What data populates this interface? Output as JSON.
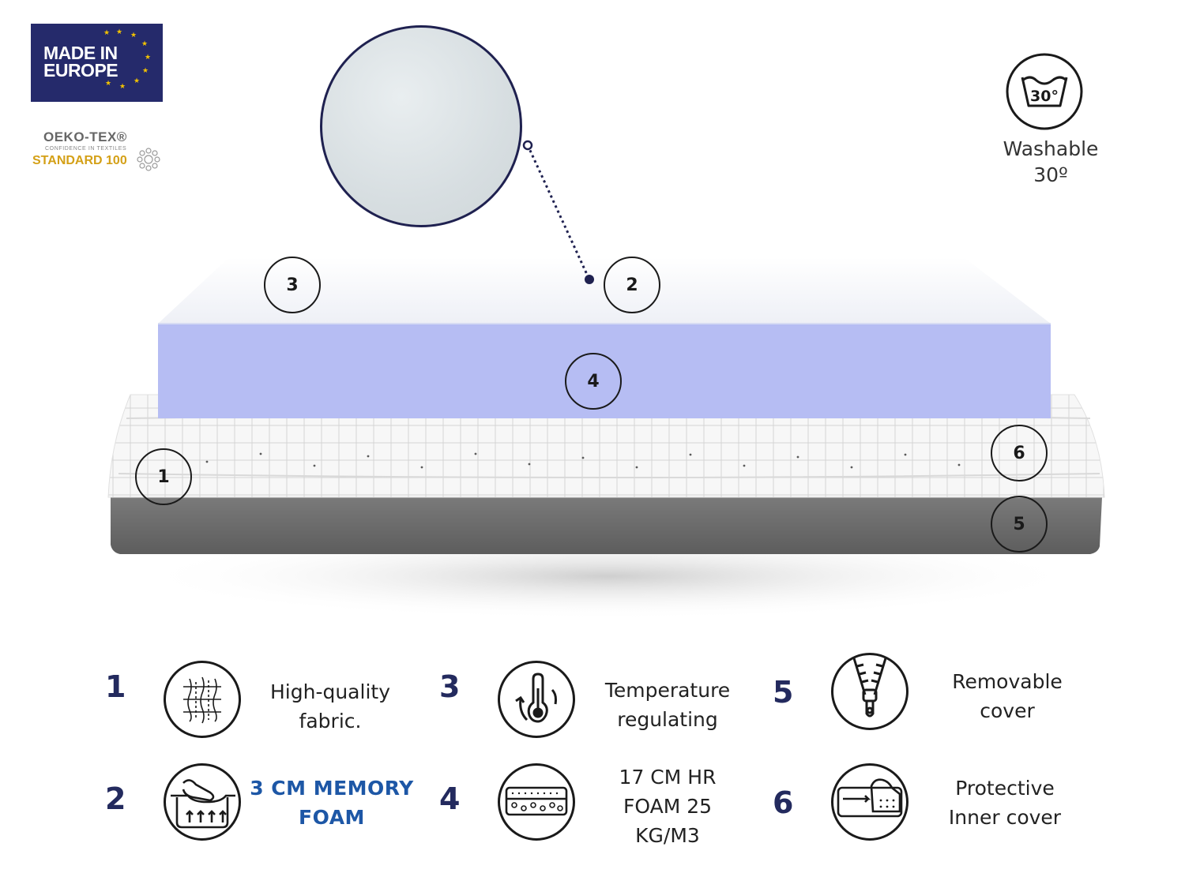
{
  "badges": {
    "made_in_line1": "MADE IN",
    "made_in_line2": "EUROPE",
    "oeko_title": "OEKO-TEX®",
    "oeko_sub": "CONFIDENCE IN TEXTILES",
    "oeko_standard": "STANDARD 100"
  },
  "washable": {
    "icon_temp": "30°",
    "label_line1": "Washable",
    "label_line2": "30º"
  },
  "diagram_markers": [
    "1",
    "2",
    "3",
    "4",
    "5",
    "6"
  ],
  "legend": [
    {
      "num": "1",
      "icon": "fabric-weave-icon",
      "lines": [
        "High-quality",
        "fabric."
      ]
    },
    {
      "num": "2",
      "icon": "memory-foam-press-icon",
      "lines": [
        "3 CM MEMORY",
        "FOAM"
      ],
      "accent_color": "#1d57a6"
    },
    {
      "num": "3",
      "icon": "thermometer-cycle-icon",
      "lines": [
        "Temperature",
        "regulating"
      ]
    },
    {
      "num": "4",
      "icon": "foam-block-icon",
      "lines": [
        "17 CM HR",
        "FOAM 25",
        "KG/M3"
      ]
    },
    {
      "num": "5",
      "icon": "zipper-icon",
      "lines": [
        "Removable",
        "cover"
      ]
    },
    {
      "num": "6",
      "icon": "inner-cover-icon",
      "lines": [
        "Protective",
        "Inner cover"
      ]
    }
  ],
  "colors": {
    "navy": "#232a5e",
    "foam_blue": "#b6bdf3",
    "base_gray": "#6b6b6b",
    "oeko_gold": "#d4a017"
  }
}
